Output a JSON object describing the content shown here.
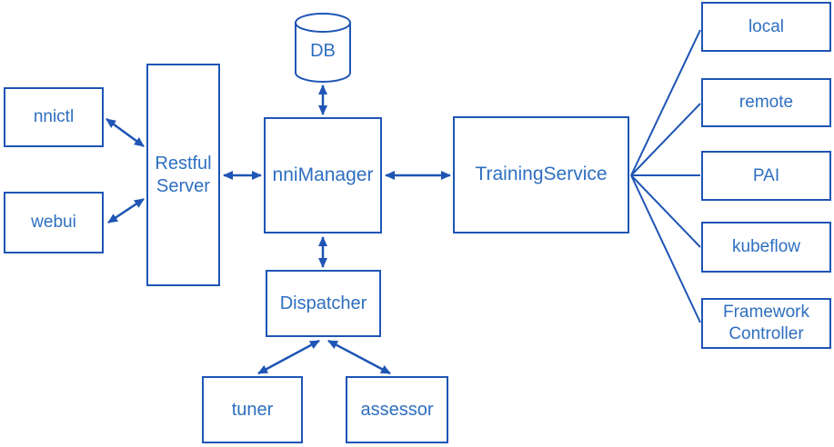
{
  "diagram": {
    "colors": {
      "line": "#1F55B5",
      "text": "#2E6FC0",
      "background": "#FFFFFF"
    },
    "nodes": {
      "nnictl": "nnictl",
      "webui": "webui",
      "restful_server": "Restful Server",
      "db": "DB",
      "nni_manager": "nniManager",
      "training_service": "TrainingService",
      "dispatcher": "Dispatcher",
      "tuner": "tuner",
      "assessor": "assessor",
      "local": "local",
      "remote": "remote",
      "pai": "PAI",
      "kubeflow": "kubeflow",
      "framework_controller": "Framework Controller"
    },
    "connections": [
      {
        "from": "nnictl",
        "to": "restful_server",
        "bidirectional": true
      },
      {
        "from": "webui",
        "to": "restful_server",
        "bidirectional": true
      },
      {
        "from": "restful_server",
        "to": "nni_manager",
        "bidirectional": true
      },
      {
        "from": "db",
        "to": "nni_manager",
        "bidirectional": true
      },
      {
        "from": "nni_manager",
        "to": "training_service",
        "bidirectional": true
      },
      {
        "from": "nni_manager",
        "to": "dispatcher",
        "bidirectional": true
      },
      {
        "from": "dispatcher",
        "to": "tuner",
        "bidirectional": true
      },
      {
        "from": "dispatcher",
        "to": "assessor",
        "bidirectional": true
      },
      {
        "from": "training_service",
        "to": "local",
        "bidirectional": false
      },
      {
        "from": "training_service",
        "to": "remote",
        "bidirectional": false
      },
      {
        "from": "training_service",
        "to": "pai",
        "bidirectional": false
      },
      {
        "from": "training_service",
        "to": "kubeflow",
        "bidirectional": false
      },
      {
        "from": "training_service",
        "to": "framework_controller",
        "bidirectional": false
      }
    ]
  }
}
